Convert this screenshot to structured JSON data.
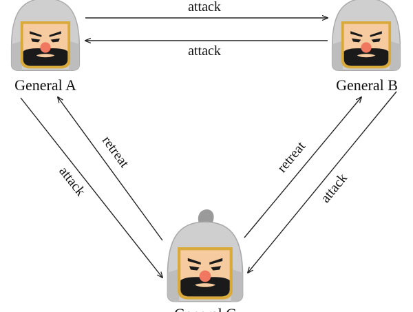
{
  "generals": [
    {
      "name": "General A"
    },
    {
      "name": "General B"
    },
    {
      "name": "General C"
    }
  ],
  "messages": {
    "a_to_b": "attack",
    "b_to_a": "attack",
    "a_to_c": "attack",
    "c_to_a": "retreat",
    "c_to_b": "retreat",
    "b_to_c": "attack"
  },
  "colors": {
    "helmet": "#cfcfcf",
    "helmet_rim": "#d9a93a",
    "face": "#f6cba0",
    "nose": "#f07860",
    "beard": "#1a1a1a",
    "arrow": "#222222"
  }
}
